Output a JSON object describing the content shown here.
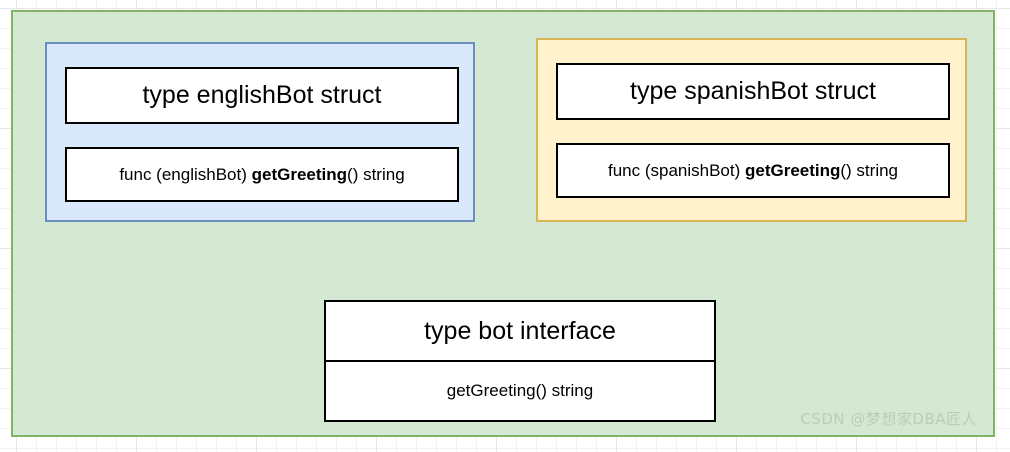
{
  "diagram": {
    "colors": {
      "container_fill": "#d5e8d4",
      "container_border": "#82b366",
      "blue_fill": "#dae8fc",
      "blue_border": "#6c8ebf",
      "yellow_fill": "#fff2cc",
      "yellow_border": "#d6b656",
      "card_fill": "#ffffff",
      "card_border": "#000000",
      "watermark": "#b9cfb2"
    },
    "english_group": {
      "title": "type englishBot struct",
      "method_prefix": "func (englishBot) ",
      "method_name": "getGreeting",
      "method_suffix": "() string"
    },
    "spanish_group": {
      "title": "type spanishBot struct",
      "method_prefix": "func (spanishBot) ",
      "method_name": "getGreeting",
      "method_suffix": "() string"
    },
    "interface_box": {
      "title": "type bot interface",
      "method": "getGreeting() string"
    },
    "watermark": "CSDN @梦想家DBA匠人"
  }
}
